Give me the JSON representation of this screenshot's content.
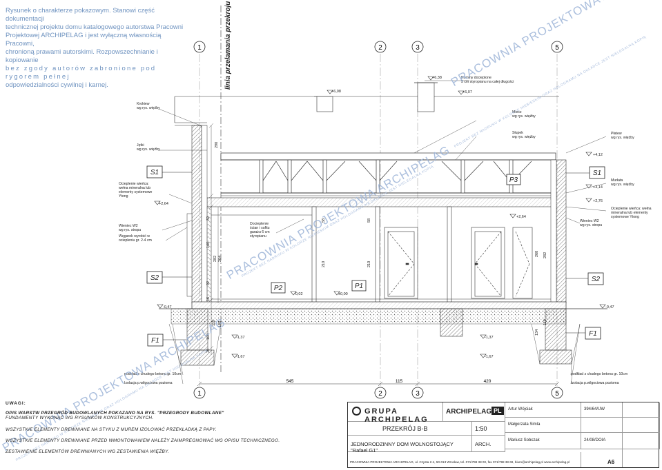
{
  "disclaimer": {
    "line1": "Rysunek o charakterze pokazowym. Stanowi część dokumentacji",
    "line2": "technicznej projektu domu katalogowego autorstwa Pracowni",
    "line3": "Projektowej ARCHIPELAG i jest wyłączną własnością Pracowni,",
    "line4": "chronioną prawami autorskimi. Rozpowszechnianie i kopiowanie",
    "line5": "bez zgody autorów zabronione pod rygorem pełnej",
    "line6": "odpowiedzialności cywilnej i karnej."
  },
  "section_line_label": "linia przełamania przekroju",
  "axes_top": [
    "1",
    "2",
    "3",
    "5"
  ],
  "axes_bottom": [
    "1",
    "2",
    "3",
    "5"
  ],
  "dimensions_bottom": [
    "545",
    "115",
    "420"
  ],
  "levels": {
    "ridge_left": "+6,08",
    "chimney_top": "+6,38",
    "chimney_right": "+6,07",
    "eave_right": "+4,12",
    "wall_top": "+3,14",
    "ceiling_right": "+2,76",
    "ceiling_left": "+2,64",
    "ceiling_mid": "+2,64",
    "floor": "±0,00",
    "garage": "-0,02",
    "ground_left": "-0,47",
    "ground_right": "-0,47",
    "found_left_top": "-1,37",
    "found_left_bottom": "-1,67",
    "found_mid_top": "-1,37",
    "found_mid_bottom": "-1,67"
  },
  "dim_vertical": {
    "d290": "290",
    "d32": "32",
    "d140": "140",
    "d282": "282",
    "d264": "264",
    "d92": "92",
    "d16": "16",
    "d119": "119",
    "d165": "165",
    "d104": "104",
    "d30": "30",
    "d58a": "58",
    "d210a": "210",
    "d58b": "58",
    "d210b": "210",
    "d268": "268",
    "d282b": "282",
    "d134": "134",
    "d119b": "119"
  },
  "tags": {
    "s1_left": "S1",
    "s1_right": "S1",
    "s2_left": "S2",
    "s2_right": "S2",
    "p1": "P1",
    "p2": "P2",
    "p3": "P3",
    "f1_left": "F1",
    "f1_right": "F1"
  },
  "annotations": {
    "krokiew": "Krokiew\nwg rys. więźby",
    "jetki": "Jętki\nwg rys. więźby",
    "ocieplenie_left": "Ocieplenie wieńca:\nwełna mineralna lub\nelementy systemowe\nYtong",
    "wieniec_left": "Wieniec W2\nwg rys. stropu",
    "wegarek": "Węgarek wyrobić w\nociepleniu gr. 2-4 cm",
    "ocieplenie_mid": "Docieplenie\nścian i sufitu\ngarażu 6 cm\nstyropianu",
    "kominy": "Kominy docieplone\n5 cm styropianu na całej długości",
    "miecz": "Miecz\nwg rys. więźby",
    "slupek": "Słupek\nwg rys. więźby",
    "platew": "Płatew\nwg rys. więźby",
    "murlata": "Murłata\nwg rys. więźby",
    "ocieplenie_right": "Ocieplenie wieńca: wełna\nmineralna lub elementy\nsystemowe Ytong",
    "wieniec_right": "Wieniec W2\nwg rys. stropu",
    "podklad_left": "podkład z chudego betonu gr. 10cm",
    "izolacja_left": "Izolacja p.wilgociowa pozioma",
    "podklad_right": "podkład z chudego betonu gr. 10cm",
    "izolacja_right": "Izolacja p.wilgociowa pozioma"
  },
  "notes": {
    "heading": "UWAGI:",
    "n1a": "OPIS WARSTW PRZEGRÓD BUDOWLANYCH POKAZANO NA RYS. \"PRZEGRODY BUDOWLANE\"",
    "n1b": "FUNDAMENTY WYKONAĆ WG RYSUNKÓW KONSTRUKCYJNYCH.",
    "n2": "WSZYSTKIE ELEMENTY DREWNIANE NA STYKU Z MUREM IZOLOWAĆ PRZEKŁADKĄ Z PAPY.",
    "n3": "WSZYSTKIE ELEMENTY DREWNIANE PRZED WMONTOWANIEM NALEŻY ZAIMPREGNOWAĆ WG OPISU TECHNICZNEGO.",
    "n4": "ZESTAWIENIE ELEMENTÓW DREWNIANYCH WG ZESTAWIENIA WIĘŹBY."
  },
  "titleblock": {
    "brand": "GRUPA ARCHIPELAG",
    "logo": "ARCHIPELAG",
    "logo_pl": "PL",
    "drawing_title": "PRZEKRÓJ B-B",
    "scale": "1:50",
    "project": "JEDNORODZINNY DOM WOLNOSTOJĄCY \"Rafael G1\"",
    "branch": "ARCH.",
    "person1": "Artur Wójciak",
    "person2": "Małgorzata Simla",
    "person3": "Mariusz Sobczak",
    "code1": "394/64/UW",
    "code2": "24/08/DOIA",
    "sheet": "A6",
    "address": "PRACOWNIA PROJEKTOWA ARCHIPELAG, ul. Czysta 2-4, 50-013 Wrocław, tel. 071/798 38 00, fax 071/798 38 69, biuro@archipelag.pl    www.archipelag.pl"
  },
  "watermark": {
    "main": "PRACOWNIA PROJEKTOWA ARCHIPELAG",
    "small": "PROJEKT BEZ NADRUKU W KOLORZE NIEBIESKIM ORAZ HOLOGRAMU NA OKŁADCE JEST NIELEGALNĄ KOPIĄ"
  },
  "colors": {
    "watermark": "#9db4d8",
    "line": "#222222",
    "hatch": "#555555"
  }
}
